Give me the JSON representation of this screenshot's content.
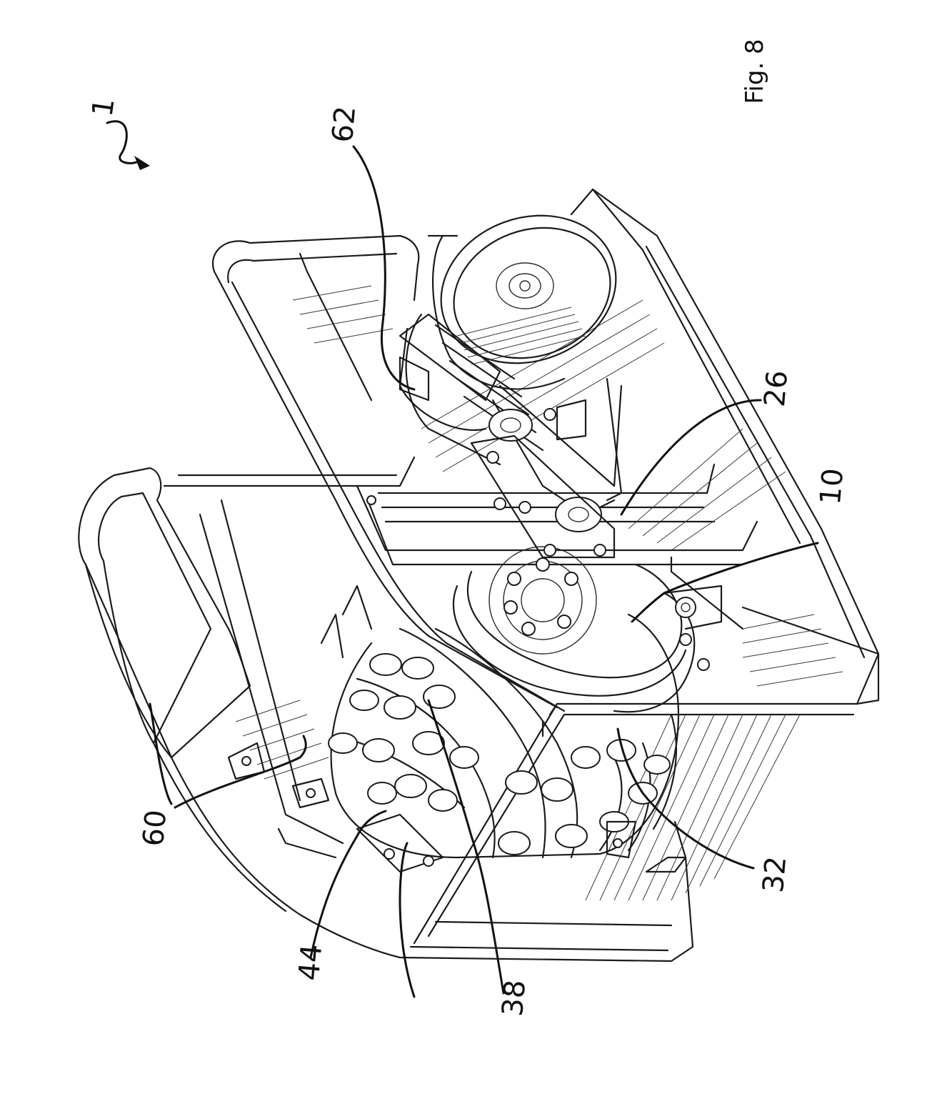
{
  "figure_label": "Fig. 8",
  "references": {
    "r1": "1",
    "r62": "62",
    "r26": "26",
    "r10": "10",
    "r60": "60",
    "r44": "44",
    "r38": "38",
    "r32": "32"
  }
}
